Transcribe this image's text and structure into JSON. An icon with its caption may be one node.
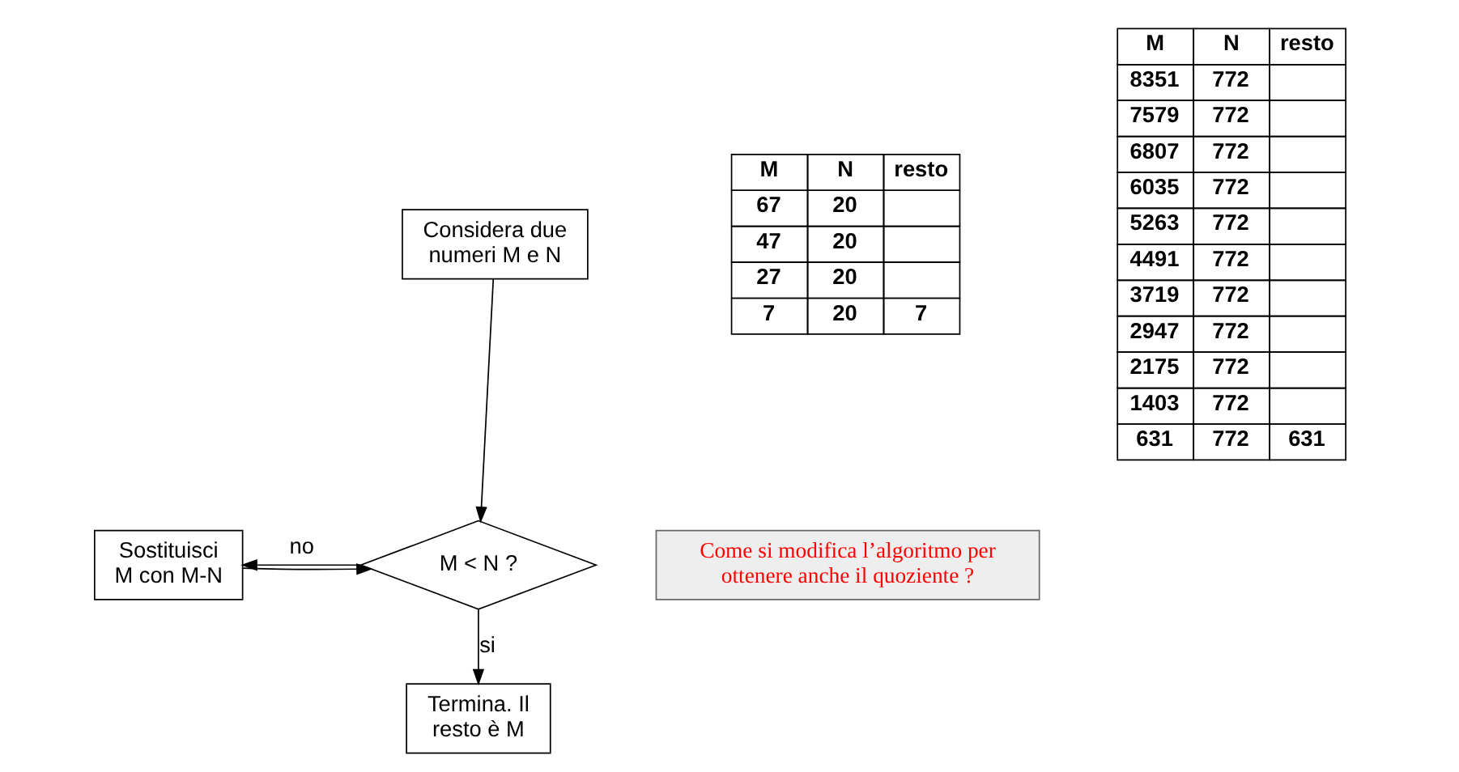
{
  "diagram": {
    "nodes": [
      {
        "text": [
          "Considera due numeri M e N"
        ]
      },
      {
        "text": [
          "Sostituisci M con M-N"
        ]
      },
      {
        "text": [
          "M < N ?"
        ]
      },
      {
        "text": [
          "Termina. Il resto è M"
        ]
      },
      {
        "text": [
          "Come si modifica l’algoritmo per ottenere anche il quoziente ?"
        ]
      }
    ],
    "edges": [
      {
        "from": 0,
        "to": 2,
        "arrow": "to"
      },
      {
        "from": 1,
        "to": 2,
        "arrow": "to"
      },
      {
        "from": 2,
        "to": 1,
        "label": "no",
        "arrow": "to"
      },
      {
        "from": 2,
        "to": 3,
        "label": "si",
        "arrow": "to"
      }
    ],
    "labels": [
      "M",
      "N",
      "resto",
      "67",
      "20",
      "47",
      "20",
      "27",
      "20",
      "7",
      "20",
      "7",
      "M",
      "N",
      "resto",
      "8351",
      "772",
      "7579",
      "772",
      "6807",
      "772",
      "6035",
      "772",
      "5263",
      "772",
      "4491",
      "772",
      "3719",
      "772",
      "2947",
      "772",
      "2175",
      "772",
      "1403",
      "772",
      "631",
      "772",
      "631"
    ]
  }
}
